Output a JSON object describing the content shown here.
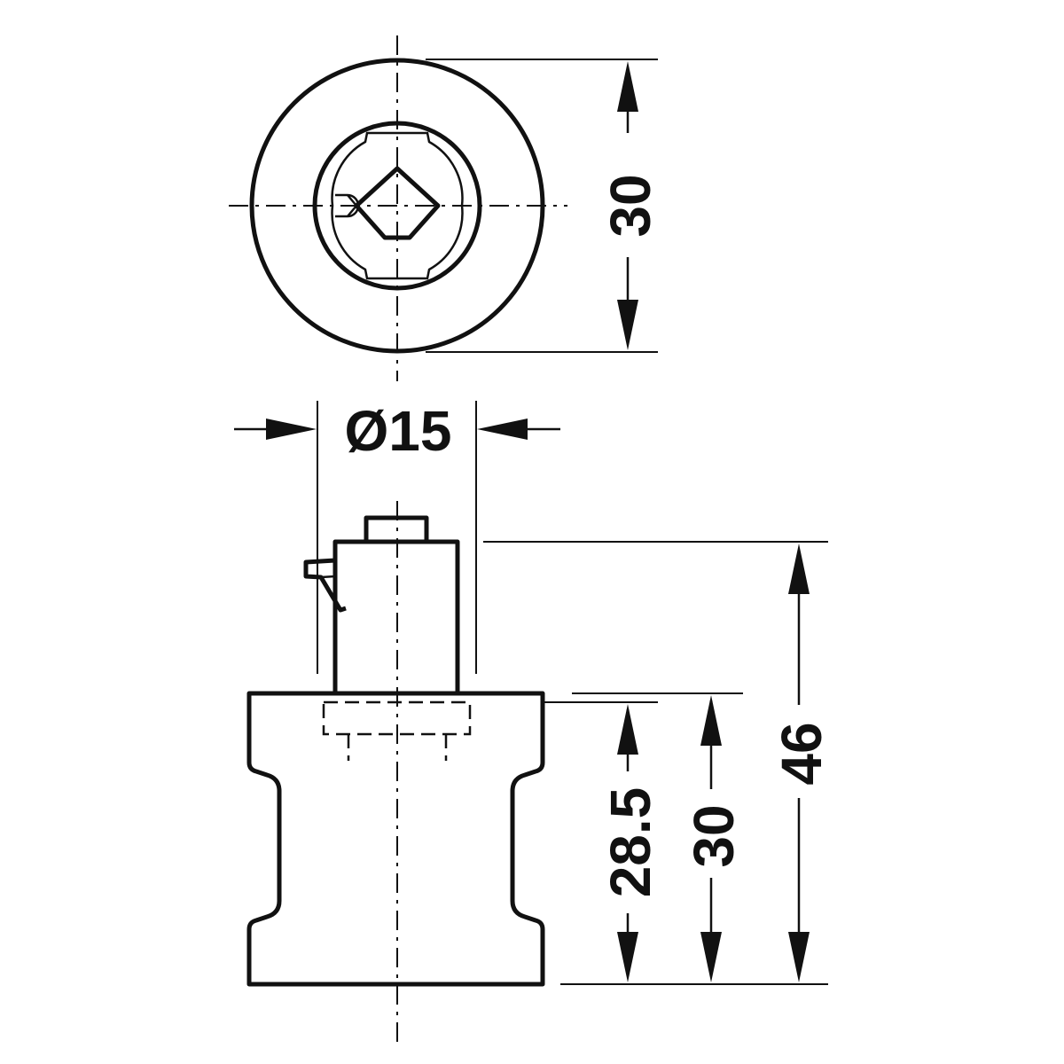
{
  "dimensions": {
    "top_view_diameter": "30",
    "shaft_diameter": "Ø15",
    "overall_height": "46",
    "body_height_inner": "28.5",
    "body_height": "30"
  },
  "colors": {
    "line": "#111111",
    "background": "#ffffff"
  }
}
